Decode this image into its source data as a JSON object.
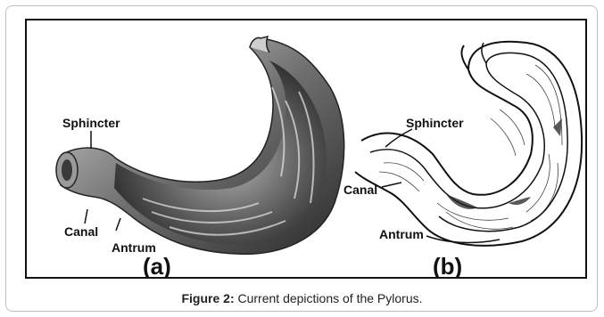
{
  "panels": {
    "a": {
      "panel_label": "(a)",
      "labels": {
        "sphincter": "Sphincter",
        "canal": "Canal",
        "antrum": "Antrum"
      }
    },
    "b": {
      "panel_label": "(b)",
      "labels": {
        "sphincter": "Sphincter",
        "canal": "Canal",
        "antrum": "Antrum"
      }
    }
  },
  "caption": {
    "prefix": "Figure 2:",
    "text": " Current depictions of the Pylorus."
  }
}
